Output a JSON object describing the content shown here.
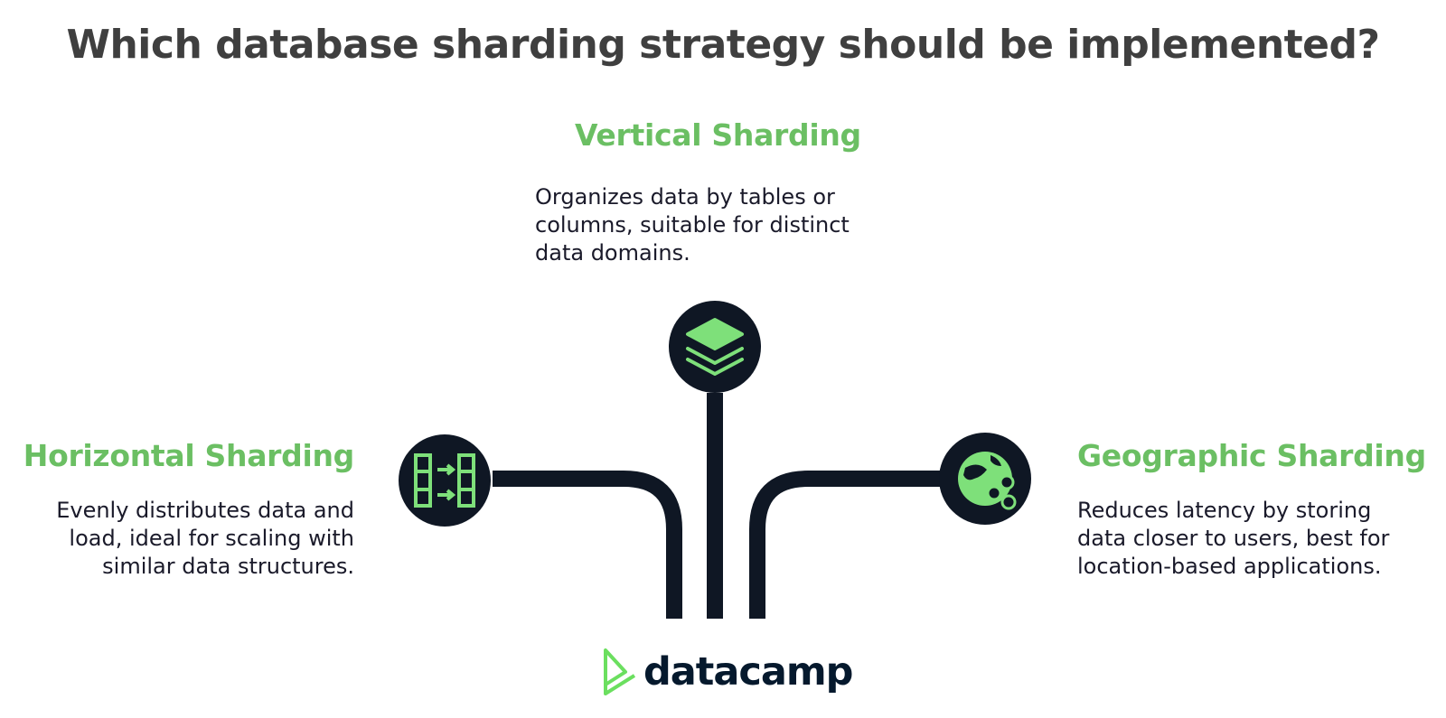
{
  "title": "Which database sharding strategy should be implemented?",
  "branches": {
    "vertical": {
      "heading": "Vertical Sharding",
      "lines": [
        "Organizes data by tables or",
        "columns, suitable for distinct",
        "data domains."
      ],
      "icon": "layers-icon"
    },
    "horizontal": {
      "heading": "Horizontal Sharding",
      "lines": [
        "Evenly distributes data and",
        "load, ideal for scaling with",
        "similar data structures."
      ],
      "icon": "split-columns-icon"
    },
    "geographic": {
      "heading": "Geographic Sharding",
      "lines": [
        "Reduces latency by storing",
        "data closer to users, best for",
        "location-based applications."
      ],
      "icon": "globe-share-icon"
    }
  },
  "logo": {
    "text": "datacamp"
  },
  "colors": {
    "accent": "#6bbf63",
    "icon_fill": "#7ee07a",
    "dark": "#0f1724"
  }
}
